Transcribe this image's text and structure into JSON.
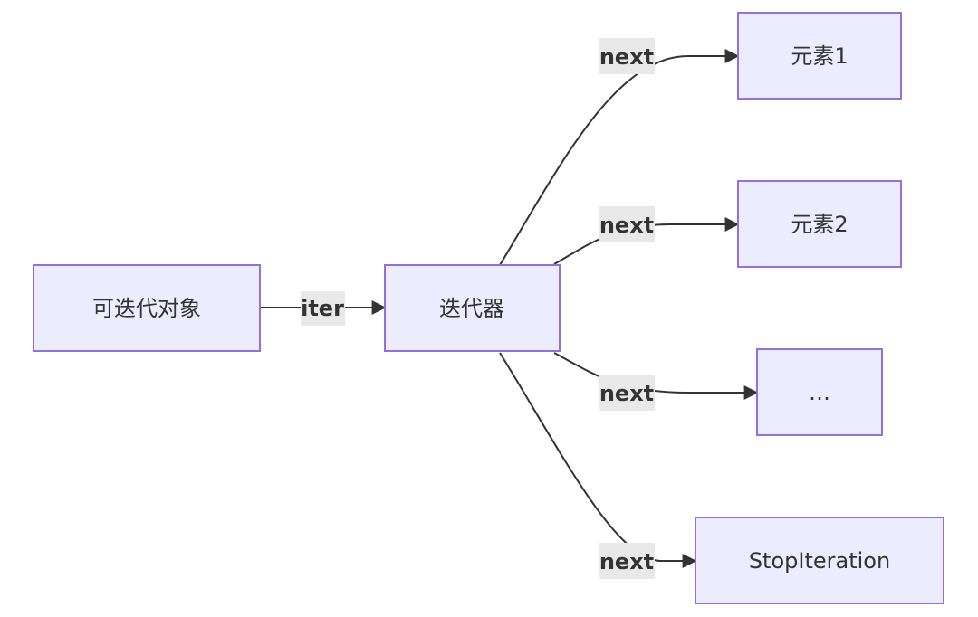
{
  "nodes": {
    "iterable": "可迭代对象",
    "iterator": "迭代器",
    "element1": "元素1",
    "element2": "元素2",
    "ellipsis": "…",
    "stop": "StopIteration"
  },
  "edges": {
    "iter": "iter",
    "next1": "next",
    "next2": "next",
    "next3": "next",
    "next4": "next"
  },
  "colors": {
    "node_fill": "#ececff",
    "node_stroke": "#9370db",
    "edge": "#333333",
    "label_bg": "#e8e8e8"
  }
}
